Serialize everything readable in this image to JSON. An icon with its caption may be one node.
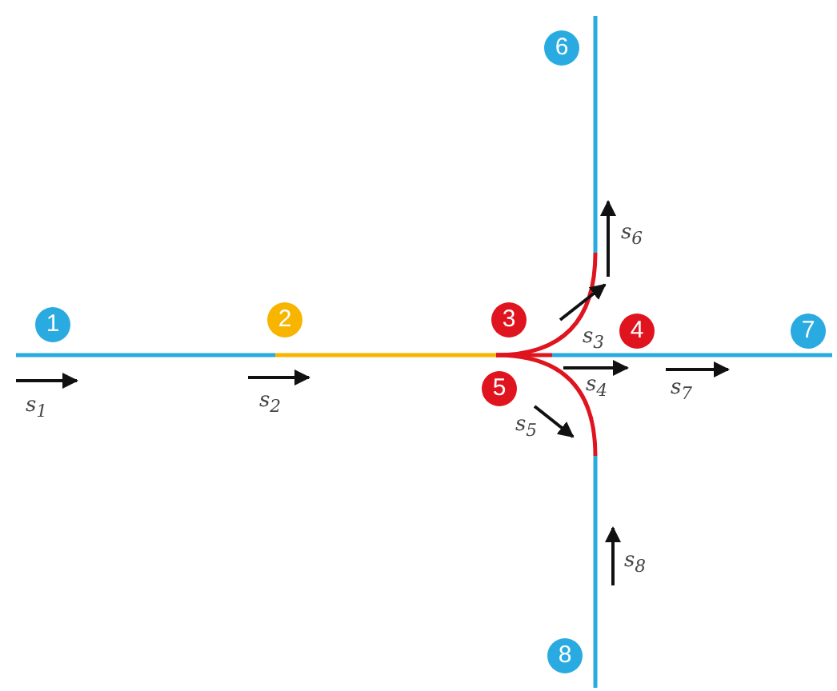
{
  "diagram": {
    "nodes": [
      {
        "text": [
          "6"
        ]
      },
      {
        "text": [
          "1"
        ]
      },
      {
        "text": [
          "2"
        ]
      },
      {
        "text": [
          "3"
        ]
      },
      {
        "text": [
          "7"
        ]
      },
      {
        "text": [
          "4"
        ]
      },
      {
        "text": [
          "5"
        ]
      },
      {
        "text": [
          "8"
        ]
      }
    ],
    "labels": [
      "s$_{6}$",
      "s$_{3}$",
      "s$_{1}$",
      "s$_{2}$",
      "s$_{4}$",
      "s$_{7}$",
      "s$_{5}$",
      "s$_{8}$"
    ]
  }
}
